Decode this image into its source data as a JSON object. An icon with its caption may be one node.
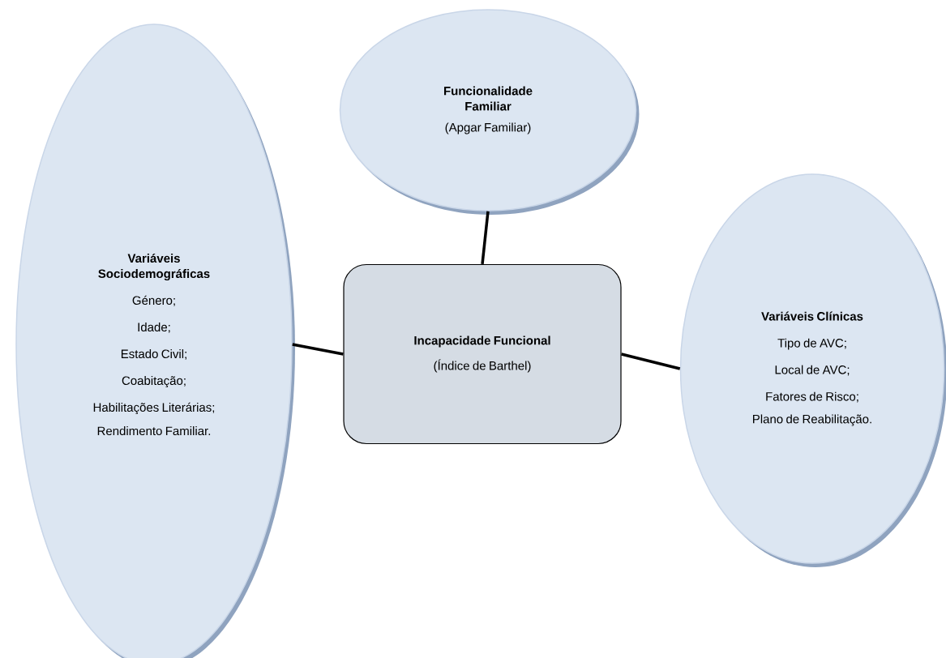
{
  "diagram": {
    "nodes": [
      {
        "text": [
          "Variáveis Sociodemográficas",
          "Género;",
          "Idade;",
          "Estado Civil;",
          "Coabitação;",
          "Habilitações Literárias;",
          "Rendimento Familiar."
        ]
      },
      {
        "text": [
          "Funcionalidade Familiar",
          "(Apgar Familiar)"
        ]
      },
      {
        "text": [
          "Incapacidade Funcional",
          "(Índice de Barthel)"
        ]
      },
      {
        "text": [
          "Variáveis Clínicas",
          "Tipo de AVC;",
          "Local de AVC;",
          "Fatores de Risco;",
          "Plano de Reabilitação."
        ]
      }
    ],
    "edges": [
      {
        "from": 0,
        "to": 2,
        "arrow": "none"
      },
      {
        "from": 1,
        "to": 2,
        "arrow": "none"
      },
      {
        "from": 2,
        "to": 3,
        "arrow": "none"
      }
    ]
  }
}
